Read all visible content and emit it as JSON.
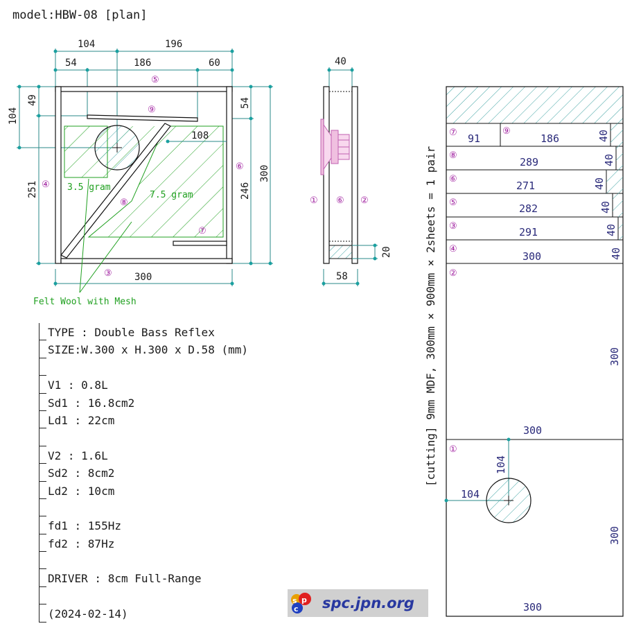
{
  "title": "model:HBW-08 [plan]",
  "plan": {
    "dims": {
      "top_left": "104",
      "top_right": "196",
      "sub_a": "54",
      "sub_b": "186",
      "sub_c": "60",
      "left_outer": "104",
      "left_small": "49",
      "left_main": "251",
      "right_small": "54",
      "right_inner": "246",
      "right_outer": "300",
      "inner_108": "108",
      "bottom": "300"
    },
    "parts": {
      "p5": "⑤",
      "p9": "⑨",
      "p4": "④",
      "p6": "⑥",
      "p8": "⑧",
      "p7": "⑦",
      "p3": "③"
    },
    "felt_small": "3.5 gram",
    "felt_large": "7.5 gram",
    "felt_caption": "Felt Wool with Mesh"
  },
  "side": {
    "width": "40",
    "depth": "58",
    "port": "20",
    "labels": {
      "l1": "①",
      "l6": "⑥",
      "l2": "②"
    }
  },
  "spec": {
    "lines": [
      "TYPE : Double Bass Reflex",
      "SIZE:W.300 x H.300 x D.58 (mm)",
      "",
      "V1 : 0.8L",
      "Sd1 : 16.8cm2",
      "Ld1 : 22cm",
      "",
      "V2 : 1.6L",
      "Sd2 : 8cm2",
      "Ld2 : 10cm",
      "",
      "fd1 : 155Hz",
      "fd2 : 87Hz",
      "",
      "DRIVER : 8cm Full-Range",
      "",
      "(2024-02-14)"
    ]
  },
  "cutting": {
    "vertical_label": "[cutting] 9mm MDF, 300mm × 900mm × 2sheets = 1 pair",
    "strips": [
      {
        "num": "⑦",
        "left": "91",
        "num2": "⑨",
        "len": "186",
        "w": "40"
      },
      {
        "num": "⑧",
        "len": "289",
        "w": "40"
      },
      {
        "num": "⑥",
        "len": "271",
        "w": "40"
      },
      {
        "num": "⑤",
        "len": "282",
        "w": "40"
      },
      {
        "num": "③",
        "len": "291",
        "w": "40"
      },
      {
        "num": "④",
        "len": "300",
        "w": "40"
      }
    ],
    "panel2": {
      "num": "②",
      "side": "300",
      "bottom": "300"
    },
    "panel1": {
      "num": "①",
      "hole_x": "104",
      "hole_y": "104",
      "side": "300",
      "bottom": "300"
    }
  },
  "logo": {
    "text": "spc.jpn.org"
  },
  "colors": {
    "dim": "#2a8a8a",
    "hatch": "#3aa0a0",
    "magenta": "#a020a0",
    "green": "#20a020",
    "navy": "#2a2a7a"
  }
}
